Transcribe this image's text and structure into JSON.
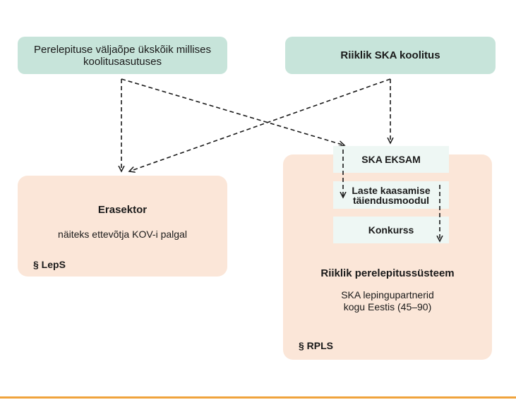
{
  "sources": {
    "left": "Perelepituse väljaõpe ükskõik millises koolitusasutuses",
    "right": "Riiklik SKA koolitus"
  },
  "private_sector": {
    "title": "Erasektor",
    "text": "näiteks ettevõtja KOV-i palgal",
    "law": "§ LepS"
  },
  "national_system": {
    "steps": [
      "SKA EKSAM",
      "Laste kaasamise täiendusmoodul",
      "Konkurss"
    ],
    "title": "Riiklik perelepitussüsteem",
    "text": "SKA lepingupartnerid kogu Eestis (45–90)",
    "law": "§ RPLS"
  },
  "colors": {
    "source_box": "#c7e4da",
    "target_box": "#fbe6d8",
    "step_box": "#eef7f4",
    "rule": "#f0a33c"
  }
}
